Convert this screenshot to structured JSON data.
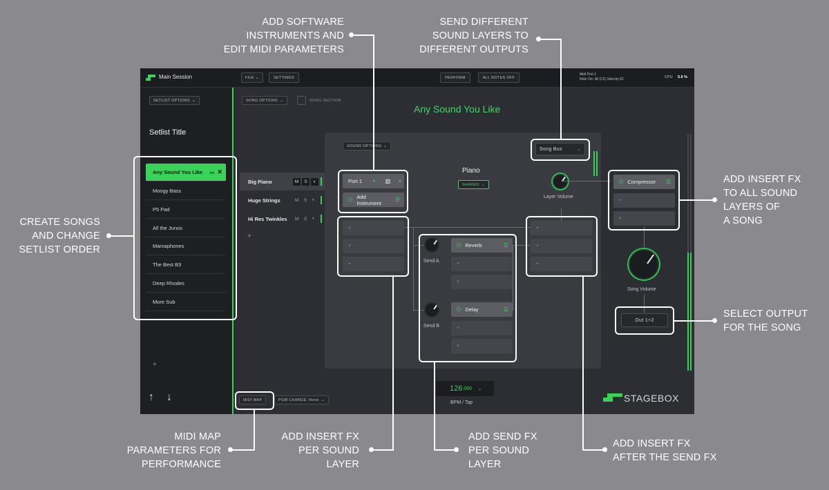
{
  "topbar": {
    "session_title": "Main Session",
    "file_label": "FILE",
    "settings_label": "SETTINGS",
    "perform_label": "PERFORM",
    "all_notes_off_label": "ALL NOTES OFF",
    "midi_port": "Midi Port 1",
    "midi_note": "Note On: 48 (C2) Velocity 62",
    "cpu_label": "CPU",
    "cpu_value": "5.6 %"
  },
  "sidebar": {
    "setlist_options_label": "SETLIST OPTIONS",
    "setlist_title": "Setlist Title",
    "songs": [
      "Any Sound You Like",
      "Moogy Bass",
      "P5 Pad",
      "All the Junos",
      "Marxaphones",
      "The Best B3",
      "Deep Rhodes",
      "More Sub"
    ],
    "add_label": "+"
  },
  "song_options_label": "SONG OPTIONS",
  "song_section_label": "SONG SECTION",
  "song_title": "Any Sound You Like",
  "layers": [
    {
      "name": "Big Piano",
      "m": "M",
      "s": "S"
    },
    {
      "name": "Huge Strings",
      "m": "M",
      "s": "S"
    },
    {
      "name": "Hi Res Twinkles",
      "m": "M",
      "s": "S"
    }
  ],
  "layers_add": "+",
  "sound_panel": {
    "sound_options_label": "SOUND OPTIONS",
    "port": "Port 1",
    "add_instrument": "Add Instrument",
    "sound_name": "Piano",
    "shared_label": "SHARED",
    "song_bus": "Song Bus",
    "layer_volume": "Layer Volume",
    "send_a": "Send A",
    "send_b": "Send B",
    "reverb": "Reverb",
    "delay": "Delay",
    "plus": "+"
  },
  "song_fx": {
    "compressor": "Compressor",
    "song_volume": "Song Volume",
    "output": "Out 1+2"
  },
  "bottom": {
    "midi_map": "MIDI MAP",
    "pgm_change": "PGM CHANGE: None",
    "bpm_main": "126",
    "bpm_frac": ".000",
    "bpm_label": "BPM / Tap",
    "brand": "STAGEBOX"
  },
  "annotations": {
    "software_instruments": [
      "ADD SOFTWARE",
      "INSTRUMENTS AND",
      "EDIT MIDI PARAMETERS"
    ],
    "send_layers": [
      "SEND DIFFERENT",
      "SOUND LAYERS TO",
      "DIFFERENT OUTPUTS"
    ],
    "create_songs": [
      "CREATE SONGS",
      "AND CHANGE",
      "SETLIST ORDER"
    ],
    "insert_fx_all": [
      "ADD INSERT FX",
      "TO ALL SOUND",
      "LAYERS OF",
      "A SONG"
    ],
    "select_output": [
      "SELECT OUTPUT",
      "FOR THE SONG"
    ],
    "midi_map": [
      "MIDI MAP",
      "PARAMETERS FOR",
      "PERFORMANCE"
    ],
    "insert_fx_layer": [
      "ADD INSERT FX",
      "PER SOUND",
      "LAYER"
    ],
    "send_fx": [
      "ADD SEND FX",
      "PER SOUND",
      "LAYER"
    ],
    "insert_fx_after": [
      "ADD INSERT FX",
      "AFTER THE SEND FX"
    ]
  },
  "colors": {
    "accent": "#39d35a",
    "app_bg": "#2c2e34",
    "page_bg": "#8a8a8e"
  }
}
